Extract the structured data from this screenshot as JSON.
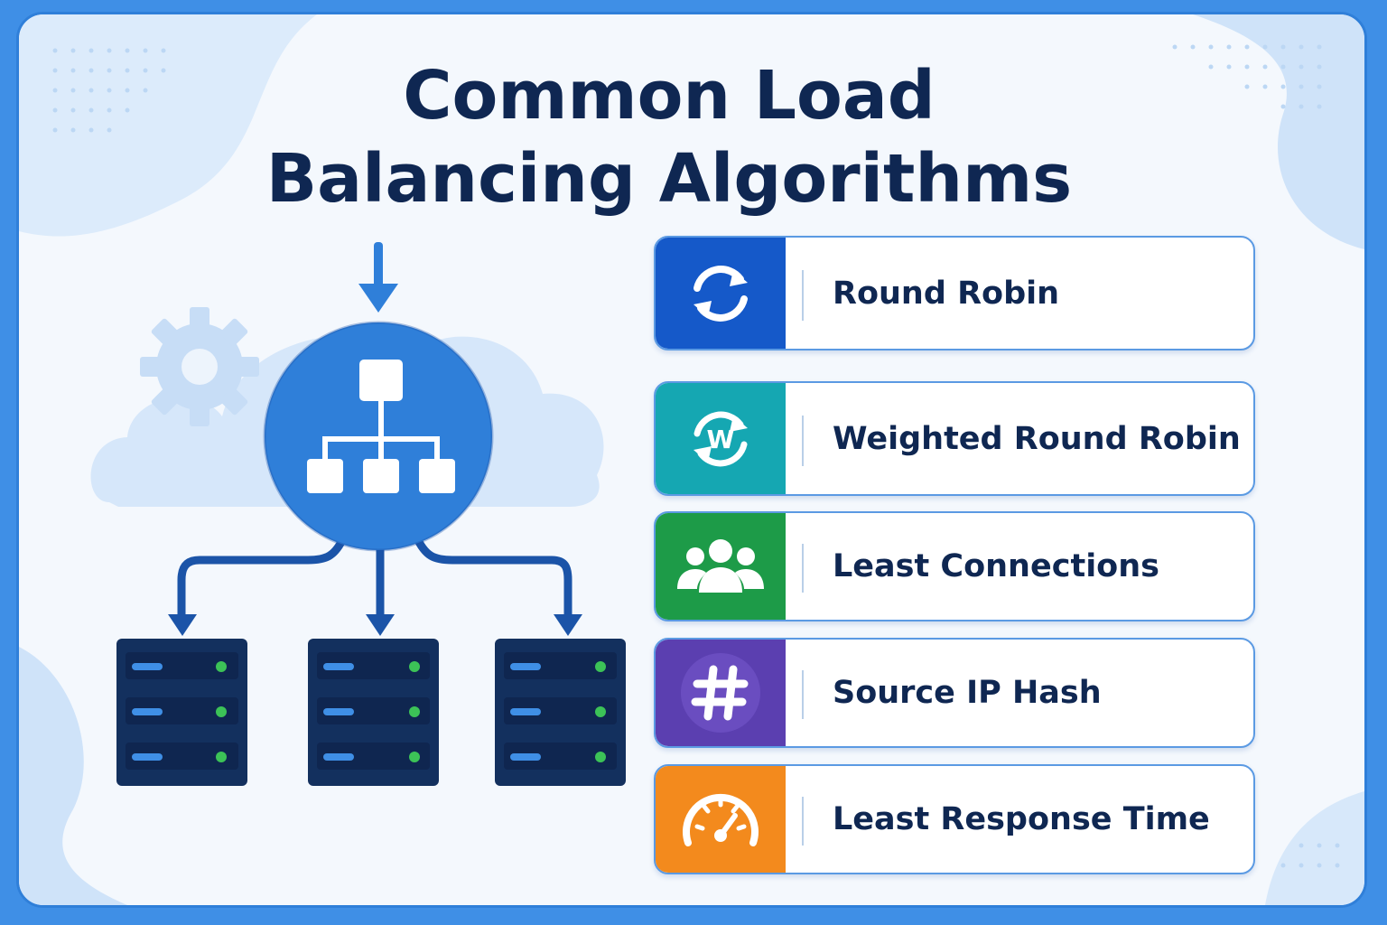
{
  "title": {
    "line1": "Common Load",
    "line2": "Balancing Algorithms"
  },
  "colors": {
    "navy_text": "#0f2752",
    "primary_blue": "#2f7fd9",
    "server_body": "#13305e",
    "server_led_blue": "#3f8fe6",
    "server_led_green": "#3cc257"
  },
  "diagram": {
    "incoming_arrow_icon": "arrow-down-icon",
    "load_balancer_icon": "hierarchy-icon",
    "decor_icons": [
      "gear-icon",
      "cloud-icon"
    ],
    "server_count": 3
  },
  "algorithms": [
    {
      "label": "Round Robin",
      "icon": "round-robin-icon",
      "color": "#1559c9"
    },
    {
      "label": "Weighted Round Robin",
      "icon": "weighted-w-icon",
      "color": "#15a7b2"
    },
    {
      "label": "Least Connections",
      "icon": "users-icon",
      "color": "#1d9b48"
    },
    {
      "label": "Source IP Hash",
      "icon": "hash-icon",
      "color": "#5b3fb0"
    },
    {
      "label": "Least Response Time",
      "icon": "speedometer-icon",
      "color": "#f38a1d"
    }
  ]
}
